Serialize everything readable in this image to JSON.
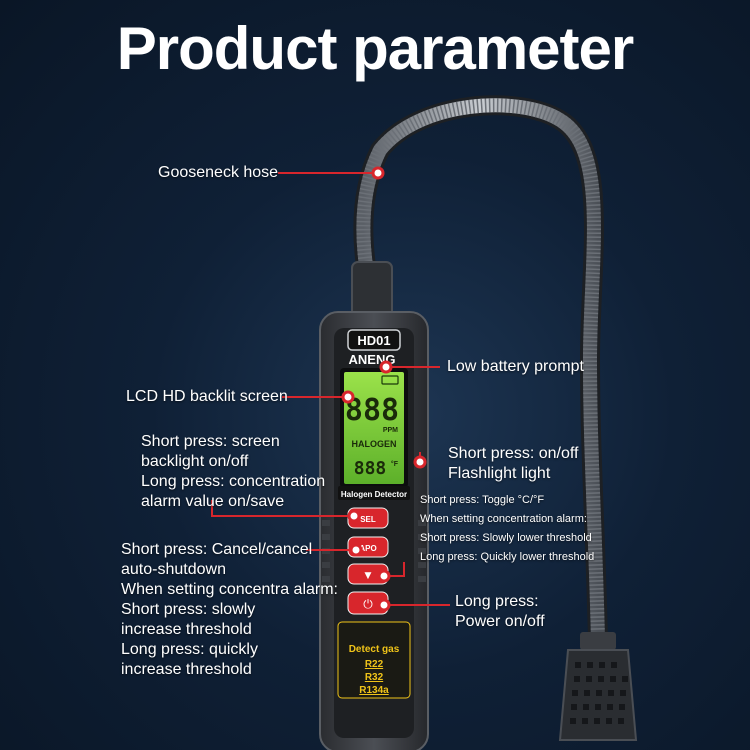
{
  "title": "Product parameter",
  "device": {
    "model": "HD01",
    "brand": "ANENG",
    "screen_unit": "PPM",
    "screen_mode": "HALOGEN",
    "screen_temp_unit": "°F",
    "screen_digits": "888",
    "screen_small_digits": "888",
    "label": "Halogen Detector",
    "buttons": {
      "sel": "SEL",
      "apo": "APO",
      "down": "▼",
      "power": "⏻"
    },
    "detect_title": "Detect gas",
    "gases": [
      "R22",
      "R32",
      "R134a"
    ]
  },
  "callouts": {
    "gooseneck": "Gooseneck hose",
    "low_battery": "Low battery prompt",
    "lcd": "LCD HD backlit screen",
    "sel_lines": [
      "Short press: screen",
      "backlight on/off",
      "Long press: concentration",
      "alarm value on/save"
    ],
    "flash_lines": [
      "Short press: on/off",
      "Flashlight light"
    ],
    "temp_lines": [
      "Short press: Toggle °C/°F",
      "When setting concentration alarm:",
      "Short press: Slowly lower threshold",
      "Long press: Quickly lower threshold"
    ],
    "apo_lines": [
      "Short press: Cancel/cancel",
      "auto-shutdown",
      "When setting concentra alarm:",
      "Short press: slowly",
      "increase threshold",
      "Long press: quickly",
      "increase threshold"
    ],
    "power_lines": [
      "Long press:",
      "Power on/off"
    ]
  },
  "colors": {
    "accent_red": "#d8262c",
    "screen_green": "#7ad23a",
    "label_yellow": "#f0c419"
  }
}
